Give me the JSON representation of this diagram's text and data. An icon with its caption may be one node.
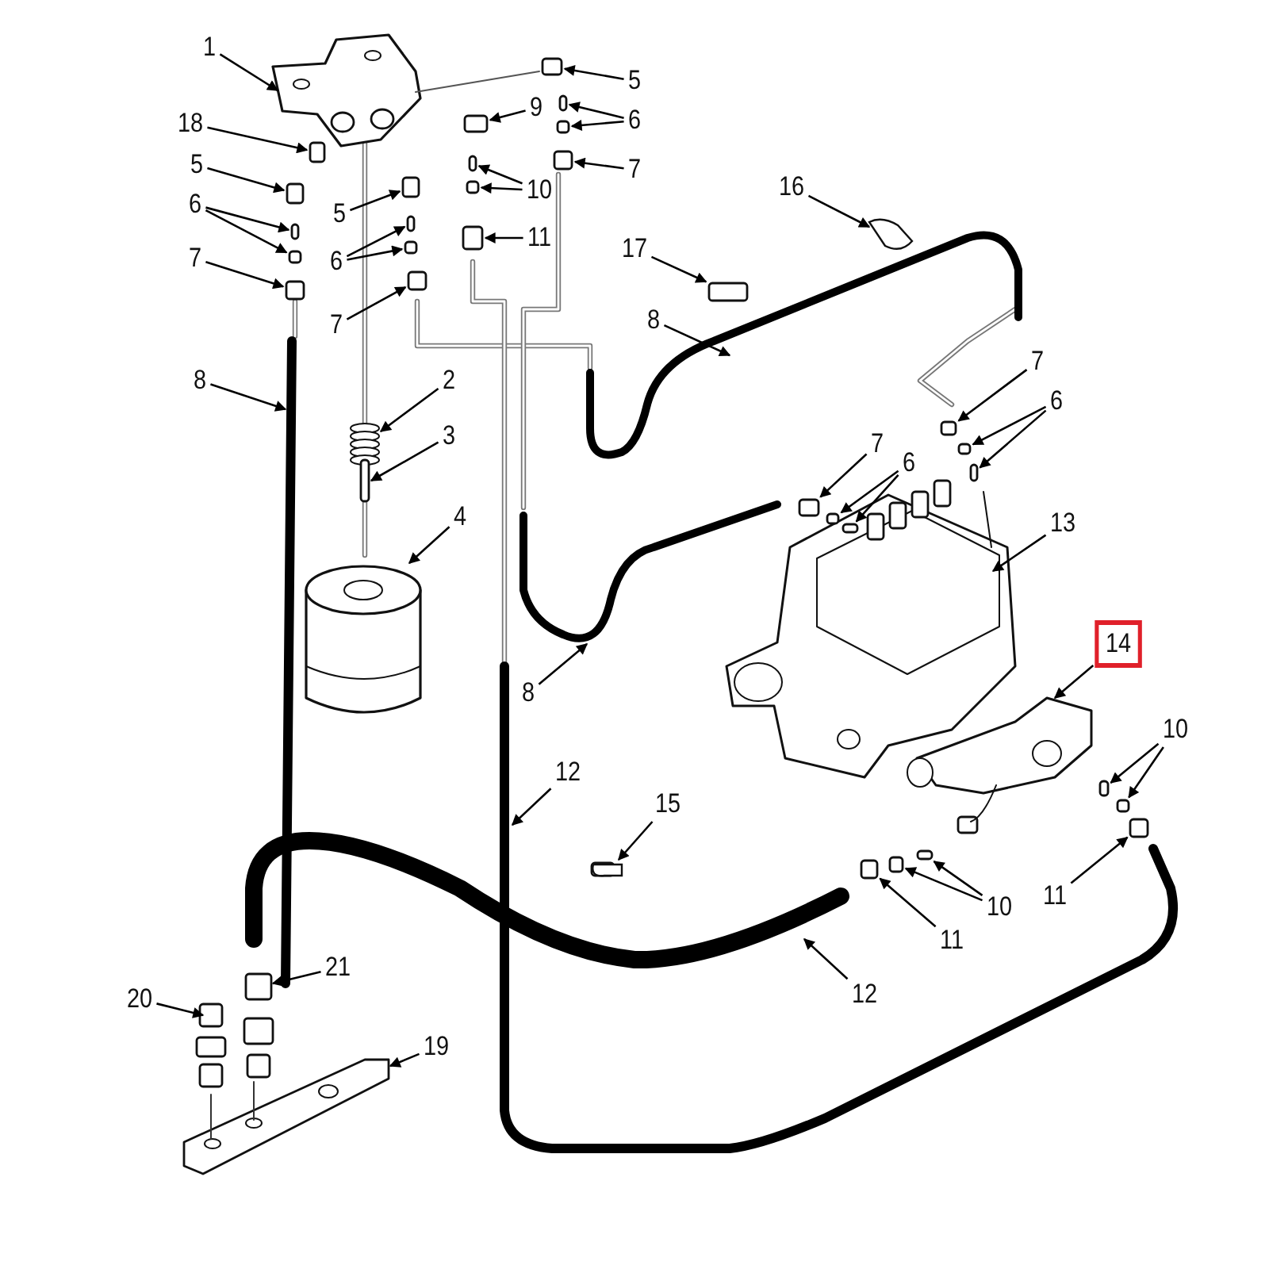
{
  "diagram": {
    "nodes": [
      {
        "text": [
          "1"
        ]
      },
      {
        "text": [
          "18"
        ]
      },
      {
        "text": [
          "5"
        ]
      },
      {
        "text": [
          "6"
        ]
      },
      {
        "text": [
          "7"
        ]
      },
      {
        "text": [
          "5"
        ]
      },
      {
        "text": [
          "6"
        ]
      },
      {
        "text": [
          "7"
        ]
      },
      {
        "text": [
          "9"
        ]
      },
      {
        "text": [
          "5"
        ]
      },
      {
        "text": [
          "6"
        ]
      },
      {
        "text": [
          "7"
        ]
      },
      {
        "text": [
          "10"
        ]
      },
      {
        "text": [
          "11"
        ]
      },
      {
        "text": [
          "16"
        ]
      },
      {
        "text": [
          "17"
        ]
      },
      {
        "text": [
          "8"
        ]
      },
      {
        "text": [
          "2"
        ]
      },
      {
        "text": [
          "3"
        ]
      },
      {
        "text": [
          "4"
        ]
      },
      {
        "text": [
          "8"
        ]
      },
      {
        "text": [
          "7"
        ]
      },
      {
        "text": [
          "6"
        ]
      },
      {
        "text": [
          "7"
        ]
      },
      {
        "text": [
          "6"
        ]
      },
      {
        "text": [
          "13"
        ]
      },
      {
        "text": [
          "8"
        ]
      },
      {
        "text": [
          "14"
        ]
      },
      {
        "text": [
          "10"
        ]
      },
      {
        "text": [
          "12"
        ]
      },
      {
        "text": [
          "15"
        ]
      },
      {
        "text": [
          "11"
        ]
      },
      {
        "text": [
          "10"
        ]
      },
      {
        "text": [
          "11"
        ]
      },
      {
        "text": [
          "12"
        ]
      },
      {
        "text": [
          "20"
        ]
      },
      {
        "text": [
          "21"
        ]
      },
      {
        "text": [
          "19"
        ]
      },
      {
        "text": [],
        "shape": "box"
      },
      {
        "text": [],
        "shape": "box"
      },
      {
        "text": [],
        "shape": "box"
      },
      {
        "text": [],
        "shape": "box"
      },
      {
        "text": [],
        "shape": "box"
      },
      {
        "text": [],
        "shape": "box"
      },
      {
        "text": [],
        "shape": "box"
      },
      {
        "text": [],
        "shape": "box"
      },
      {
        "text": [],
        "shape": "box"
      },
      {
        "text": [],
        "shape": "box"
      },
      {
        "text": [],
        "shape": "box"
      },
      {
        "text": [],
        "shape": "box"
      },
      {
        "text": [],
        "shape": "box"
      },
      {
        "text": [],
        "shape": "box"
      },
      {
        "text": [],
        "shape": "box"
      },
      {
        "text": [],
        "shape": "box"
      },
      {
        "text": [],
        "shape": "box"
      },
      {
        "text": [],
        "shape": "box"
      },
      {
        "text": [],
        "shape": "box"
      },
      {
        "text": [],
        "shape": "box"
      },
      {
        "text": [],
        "shape": "box"
      },
      {
        "text": [],
        "shape": "box"
      },
      {
        "text": [],
        "shape": "box"
      },
      {
        "text": [],
        "shape": "box"
      },
      {
        "text": [],
        "shape": "box"
      },
      {
        "text": [],
        "shape": "box"
      },
      {
        "text": [],
        "shape": "box"
      },
      {
        "text": [],
        "shape": "box"
      },
      {
        "text": [],
        "shape": "box"
      },
      {
        "text": [],
        "shape": "box"
      }
    ],
    "edges": [
      {
        "from": 0,
        "to": null,
        "arrow": "to"
      },
      {
        "from": 1,
        "to": 38,
        "arrow": "to"
      },
      {
        "from": 2,
        "to": 39,
        "arrow": "to"
      },
      {
        "from": 3,
        "to": 40,
        "arrow": "to"
      },
      {
        "from": 3,
        "to": 41,
        "arrow": "to"
      },
      {
        "from": 4,
        "to": 42,
        "arrow": "to"
      },
      {
        "from": 5,
        "to": 43,
        "arrow": "to"
      },
      {
        "from": 6,
        "to": 44,
        "arrow": "to"
      },
      {
        "from": 6,
        "to": 45,
        "arrow": "to"
      },
      {
        "from": 7,
        "to": 46,
        "arrow": "to"
      },
      {
        "from": 8,
        "to": 47,
        "arrow": "to"
      },
      {
        "from": 9,
        "to": 48,
        "arrow": "to"
      },
      {
        "from": 10,
        "to": 49,
        "arrow": "to"
      },
      {
        "from": 10,
        "to": 50,
        "arrow": "to"
      },
      {
        "from": 11,
        "to": 51,
        "arrow": "to"
      },
      {
        "from": 12,
        "to": 52,
        "arrow": "to"
      },
      {
        "from": 12,
        "to": 53,
        "arrow": "to"
      },
      {
        "from": 13,
        "to": 54,
        "arrow": "to"
      },
      {
        "from": 14,
        "to": null,
        "arrow": "to"
      },
      {
        "from": 15,
        "to": 55,
        "arrow": "to"
      },
      {
        "from": 16,
        "to": null,
        "arrow": "to"
      },
      {
        "from": 17,
        "to": null,
        "arrow": "to"
      },
      {
        "from": 18,
        "to": null,
        "arrow": "to"
      },
      {
        "from": 19,
        "to": null,
        "arrow": "to"
      },
      {
        "from": 20,
        "to": null,
        "arrow": "to"
      },
      {
        "from": 21,
        "to": 56,
        "arrow": "to"
      },
      {
        "from": 22,
        "to": 57,
        "arrow": "to"
      },
      {
        "from": 22,
        "to": 58,
        "arrow": "to"
      },
      {
        "from": 23,
        "to": 59,
        "arrow": "to"
      },
      {
        "from": 24,
        "to": 60,
        "arrow": "to"
      },
      {
        "from": 24,
        "to": 61,
        "arrow": "to"
      },
      {
        "from": 25,
        "to": null,
        "arrow": "to"
      },
      {
        "from": 26,
        "to": null,
        "arrow": "to"
      },
      {
        "from": 27,
        "to": null,
        "arrow": "to"
      },
      {
        "from": 28,
        "to": 62,
        "arrow": "to"
      },
      {
        "from": 28,
        "to": 63,
        "arrow": "to"
      },
      {
        "from": 29,
        "to": null,
        "arrow": "to"
      },
      {
        "from": 30,
        "to": null,
        "arrow": "to"
      },
      {
        "from": 31,
        "to": 64,
        "arrow": "to"
      },
      {
        "from": 32,
        "to": 65,
        "arrow": "to"
      },
      {
        "from": 32,
        "to": 66,
        "arrow": "to"
      },
      {
        "from": 33,
        "to": 67,
        "arrow": "to"
      },
      {
        "from": 34,
        "to": null,
        "arrow": "to"
      },
      {
        "from": 35,
        "to": null,
        "arrow": "to"
      },
      {
        "from": 36,
        "to": null,
        "arrow": "to"
      },
      {
        "from": 37,
        "to": null,
        "arrow": "to"
      }
    ]
  }
}
